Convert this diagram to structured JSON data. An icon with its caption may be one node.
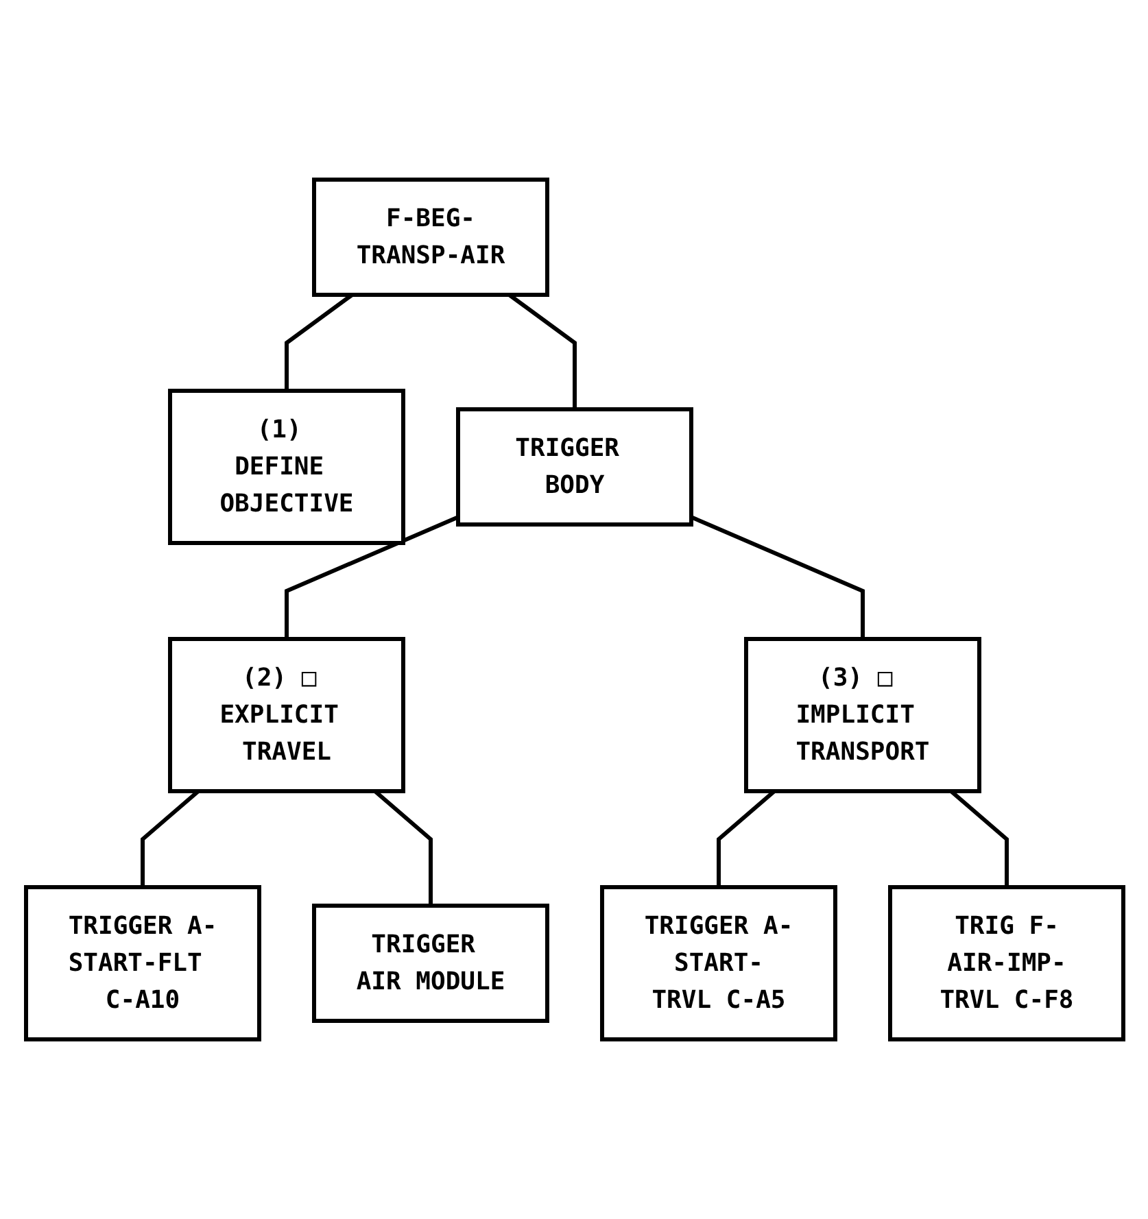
{
  "diagram": {
    "nodes": [
      {
        "text": [
          "F-BEG-TRANSP-AIR"
        ]
      },
      {
        "text": [
          "(1) DEFINE OBJECTIVE"
        ]
      },
      {
        "text": [
          "TRIGGER BODY"
        ]
      },
      {
        "text": [
          "(2) □ EXPLICIT TRAVEL"
        ]
      },
      {
        "text": [
          "(3) □ IMPLICIT TRANSPORT"
        ]
      },
      {
        "text": [
          "TRIGGER A-START-FLT C-A10"
        ]
      },
      {
        "text": [
          "TRIGGER AIR MODULE"
        ]
      },
      {
        "text": [
          "TRIGGER A-START-TRVL C-A5"
        ]
      },
      {
        "text": [
          "TRIG F-AIR-IMP-TRVL C-F8"
        ]
      }
    ],
    "edges": [
      {
        "from": 0,
        "to": 1,
        "arrow": "none"
      },
      {
        "from": 0,
        "to": 2,
        "arrow": "none"
      },
      {
        "from": 2,
        "to": 3,
        "arrow": "none"
      },
      {
        "from": 2,
        "to": 4,
        "arrow": "none"
      },
      {
        "from": 3,
        "to": 5,
        "arrow": "none"
      },
      {
        "from": 3,
        "to": 6,
        "arrow": "none"
      },
      {
        "from": 4,
        "to": 7,
        "arrow": "none"
      },
      {
        "from": 4,
        "to": 8,
        "arrow": "none"
      }
    ]
  }
}
